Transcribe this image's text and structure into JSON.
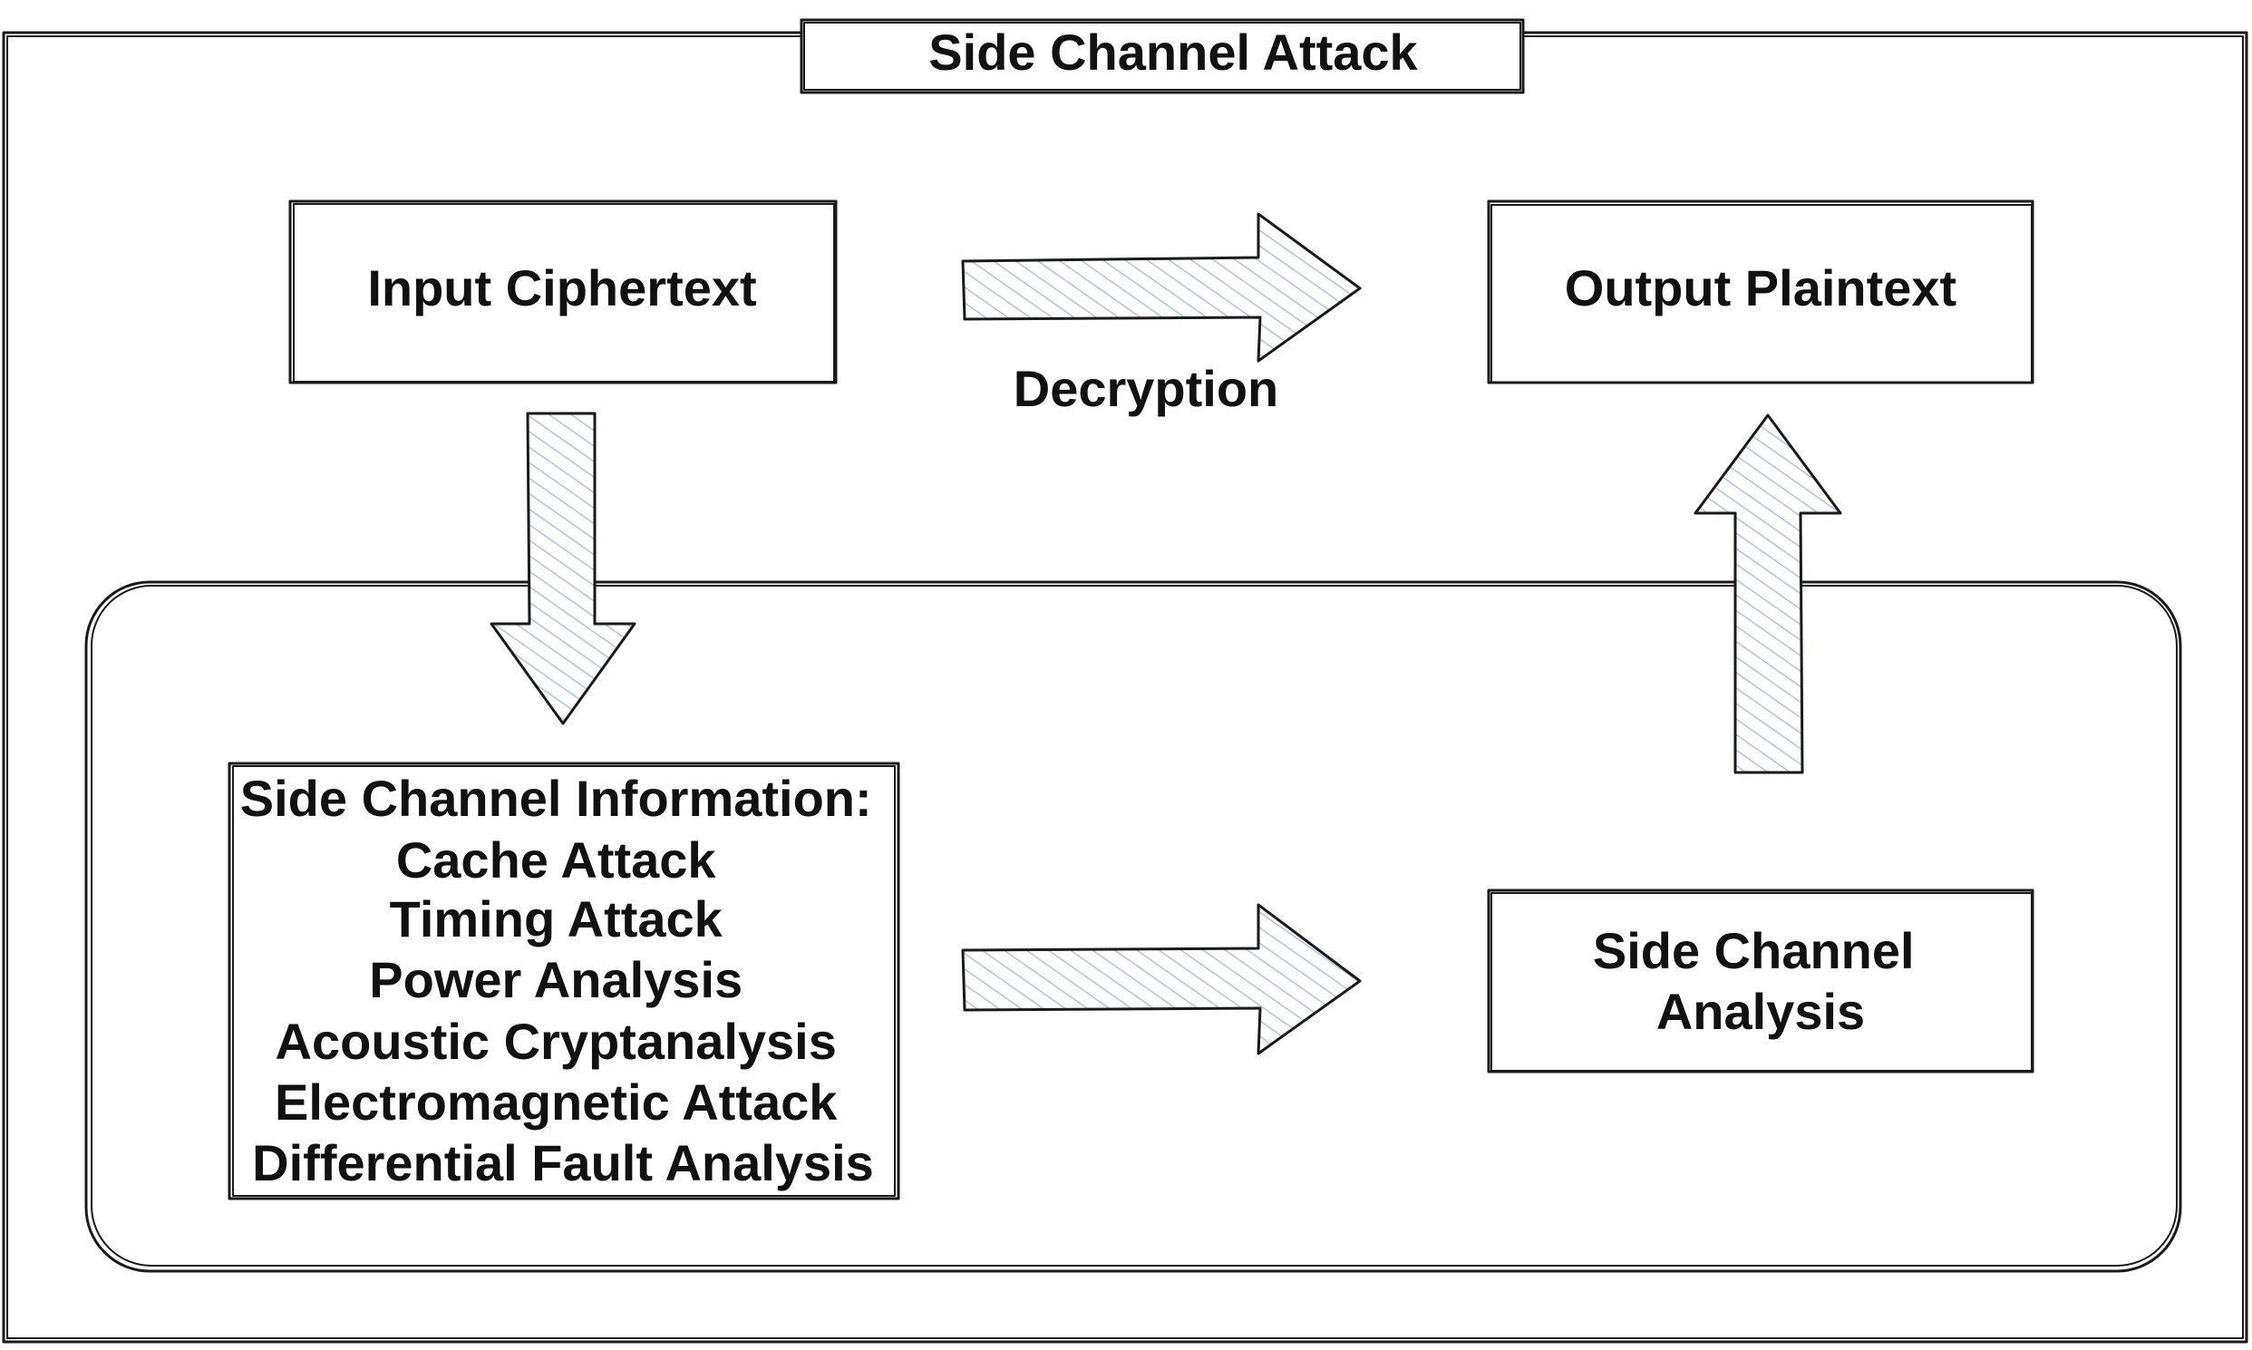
{
  "diagram": {
    "title": "Side Channel Attack",
    "nodes": {
      "input": {
        "label": "Input Ciphertext"
      },
      "output": {
        "label": "Output Plaintext"
      },
      "info": {
        "lines": [
          "Side Channel Information:",
          "Cache Attack",
          "Timing Attack",
          "Power Analysis",
          "Acoustic Cryptanalysis",
          "Electromagnetic Attack",
          "Differential Fault Analysis"
        ]
      },
      "analysis": {
        "lines": [
          "Side Channel",
          "Analysis"
        ]
      }
    },
    "edges": {
      "decryption": {
        "label": "Decryption"
      }
    },
    "colors": {
      "stroke": "#1a1a1a",
      "hatch": "#a9c6e8",
      "background": "#ffffff"
    }
  }
}
